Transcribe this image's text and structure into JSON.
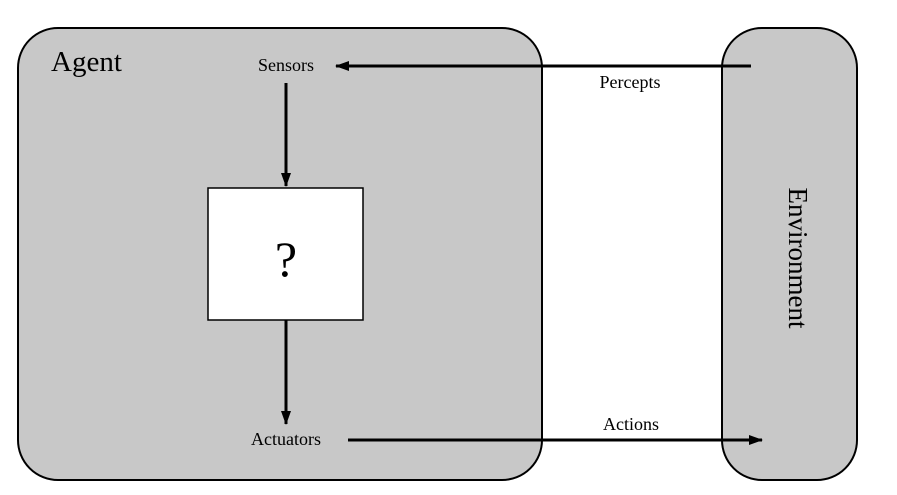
{
  "agent": {
    "title": "Agent",
    "sensors_label": "Sensors",
    "actuators_label": "Actuators",
    "unknown_symbol": "?"
  },
  "environment": {
    "label": "Environment"
  },
  "edges": {
    "percepts_label": "Percepts",
    "actions_label": "Actions"
  },
  "colors": {
    "box_fill": "#c8c8c8",
    "stroke": "#000000",
    "process_fill": "#ffffff"
  }
}
